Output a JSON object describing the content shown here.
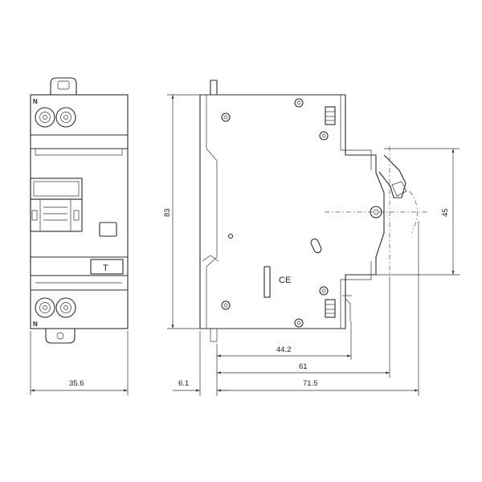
{
  "front_view": {
    "top_terminal_label": "N",
    "bottom_terminal_label": "N",
    "test_button_label": "T"
  },
  "side_view": {
    "ce_mark": "CE"
  },
  "dimensions": {
    "front_width": "35.6",
    "total_height": "83",
    "rail_section_height": "45",
    "front_offset": "6.1",
    "depth_44": "44.2",
    "depth_61": "61",
    "depth_total": "71.5"
  }
}
